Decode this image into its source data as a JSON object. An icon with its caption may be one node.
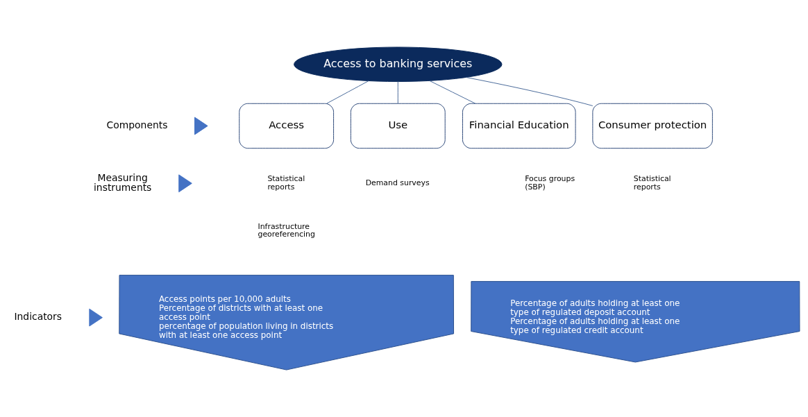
{
  "diagram": {
    "nodes": [
      {
        "text": [
          "Access to banking services"
        ]
      },
      {
        "text": [
          "Access"
        ]
      },
      {
        "text": [
          "Use"
        ]
      },
      {
        "text": [
          "Financial Education"
        ]
      },
      {
        "text": [
          "Consumer protection"
        ]
      },
      {
        "text": [
          "Access points per 10,000 adults",
          "Percentage of districts with at least one access point",
          "percentage of population living in districts with at least one access point"
        ]
      },
      {
        "text": [
          "Percentage of adults holding at least one type of regulated deposit account",
          "Percentage of adults holding at least one type of regulated credit account"
        ]
      },
      {
        "text": [],
        "shape": "triangle"
      },
      {
        "text": [],
        "shape": "triangle"
      },
      {
        "text": [],
        "shape": "triangle"
      }
    ],
    "edges": [
      {
        "from": 0,
        "to": 1,
        "arrow": "none"
      },
      {
        "from": 0,
        "to": 2,
        "arrow": "none"
      },
      {
        "from": 0,
        "to": 3,
        "arrow": "none"
      },
      {
        "from": 0,
        "to": 4,
        "arrow": "none"
      }
    ],
    "labels": [
      "Components",
      "Measuring instruments",
      "Statistical reports",
      "Infrastructure georeferencing",
      "Demand surveys",
      "Focus groups (SBP)",
      "Statistical reports",
      "Indicators"
    ]
  }
}
